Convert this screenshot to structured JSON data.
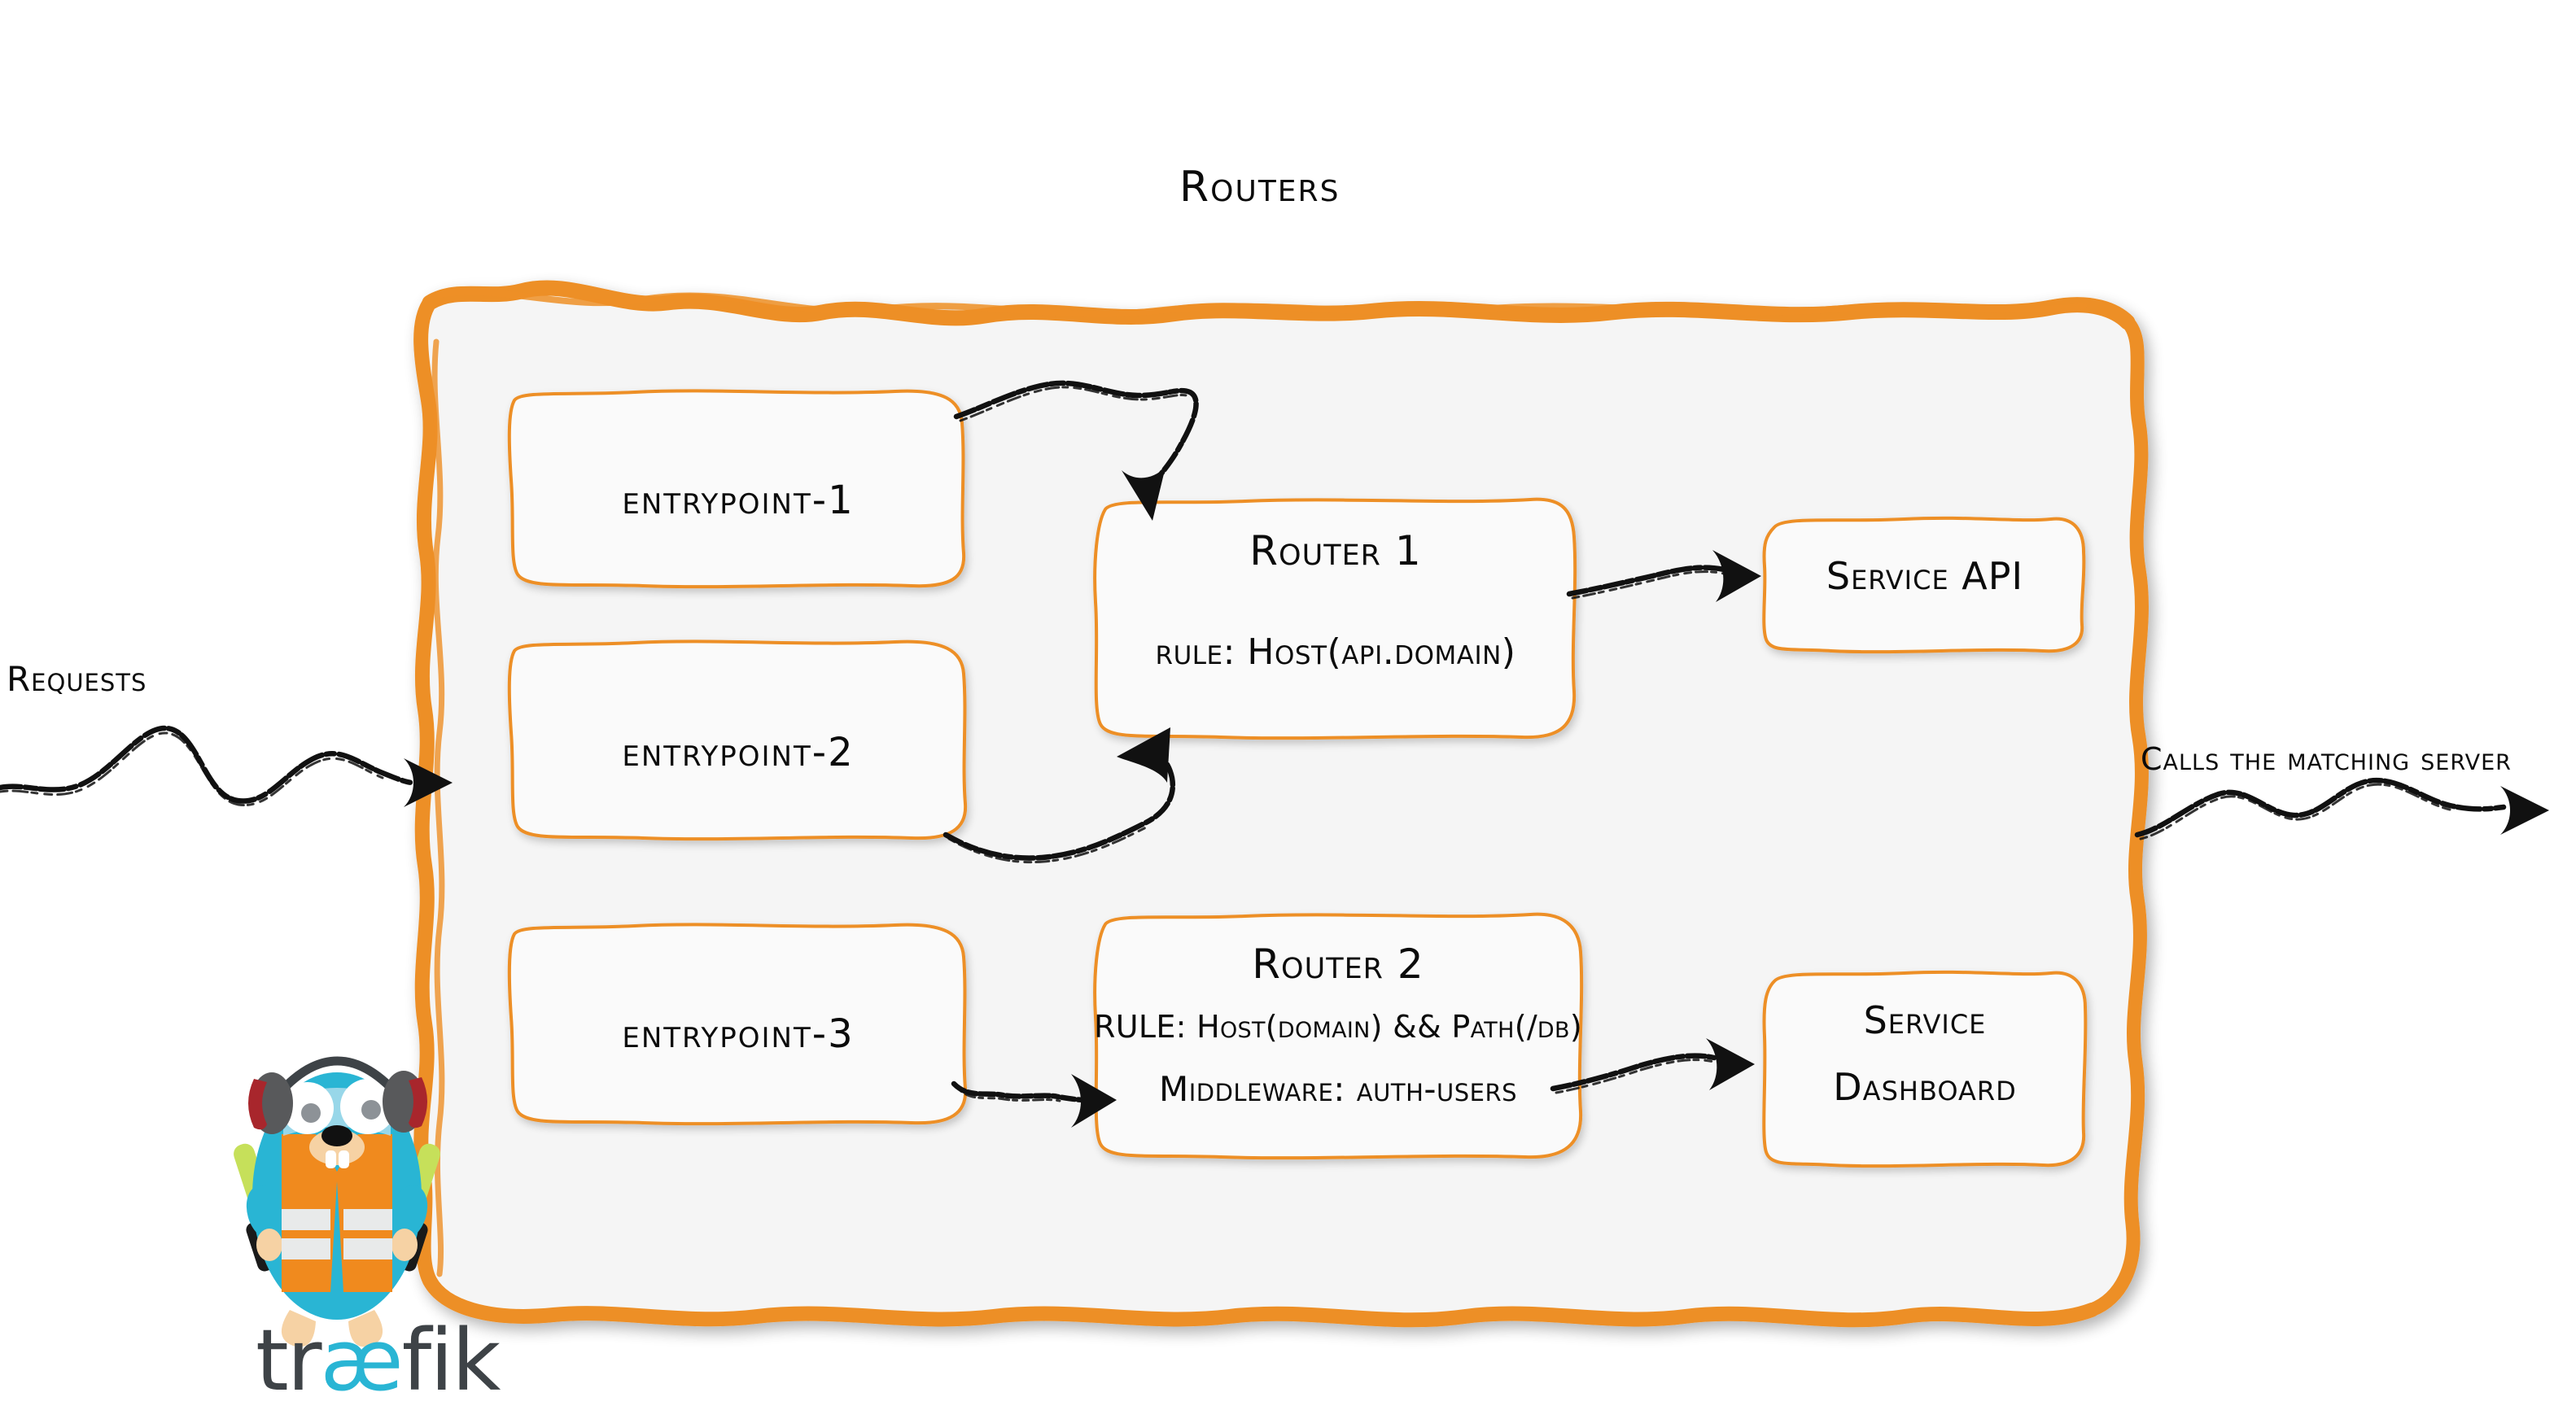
{
  "diagram": {
    "title": "Routers",
    "brand_color": "#ED8F26",
    "panel_fill": "#F5F5F5",
    "ink_color": "#0B0B0B",
    "page_background": "#FFFFFF"
  },
  "flow_labels": {
    "incoming": "Requests",
    "outgoing": "Calls the matching server"
  },
  "entrypoints": [
    {
      "label": "entrypoint-1"
    },
    {
      "label": "entrypoint-2"
    },
    {
      "label": "entrypoint-3"
    }
  ],
  "routers": [
    {
      "name": "Router 1",
      "lines": [
        "rule: Host(api.domain)"
      ]
    },
    {
      "name": "Router 2",
      "lines": [
        "RULE: Host(domain) && Path(/db)",
        "Middleware: auth-users"
      ]
    }
  ],
  "services": [
    {
      "lines": [
        "Service API"
      ]
    },
    {
      "lines": [
        "Service",
        "Dashboard"
      ]
    }
  ],
  "connections": [
    {
      "from": "entrypoint-1",
      "to": "Router 1"
    },
    {
      "from": "entrypoint-2",
      "to": "Router 1"
    },
    {
      "from": "entrypoint-3",
      "to": "Router 2"
    },
    {
      "from": "Router 1",
      "to": "Service API"
    },
    {
      "from": "Router 2",
      "to": "Service Dashboard"
    }
  ],
  "logo": {
    "wordmark_prefix": "tr",
    "wordmark_ligature": "æ",
    "wordmark_suffix": "fik",
    "body_color": "#29B5D4",
    "vest_color": "#F08A1E",
    "stripe_color": "#E8EAEA",
    "headphone_color": "#58595B",
    "headphone_accent": "#A8262C",
    "wand_color": "#C6E05A",
    "wordmark_dark": "#3E4347",
    "wordmark_accent": "#29B5D4"
  }
}
